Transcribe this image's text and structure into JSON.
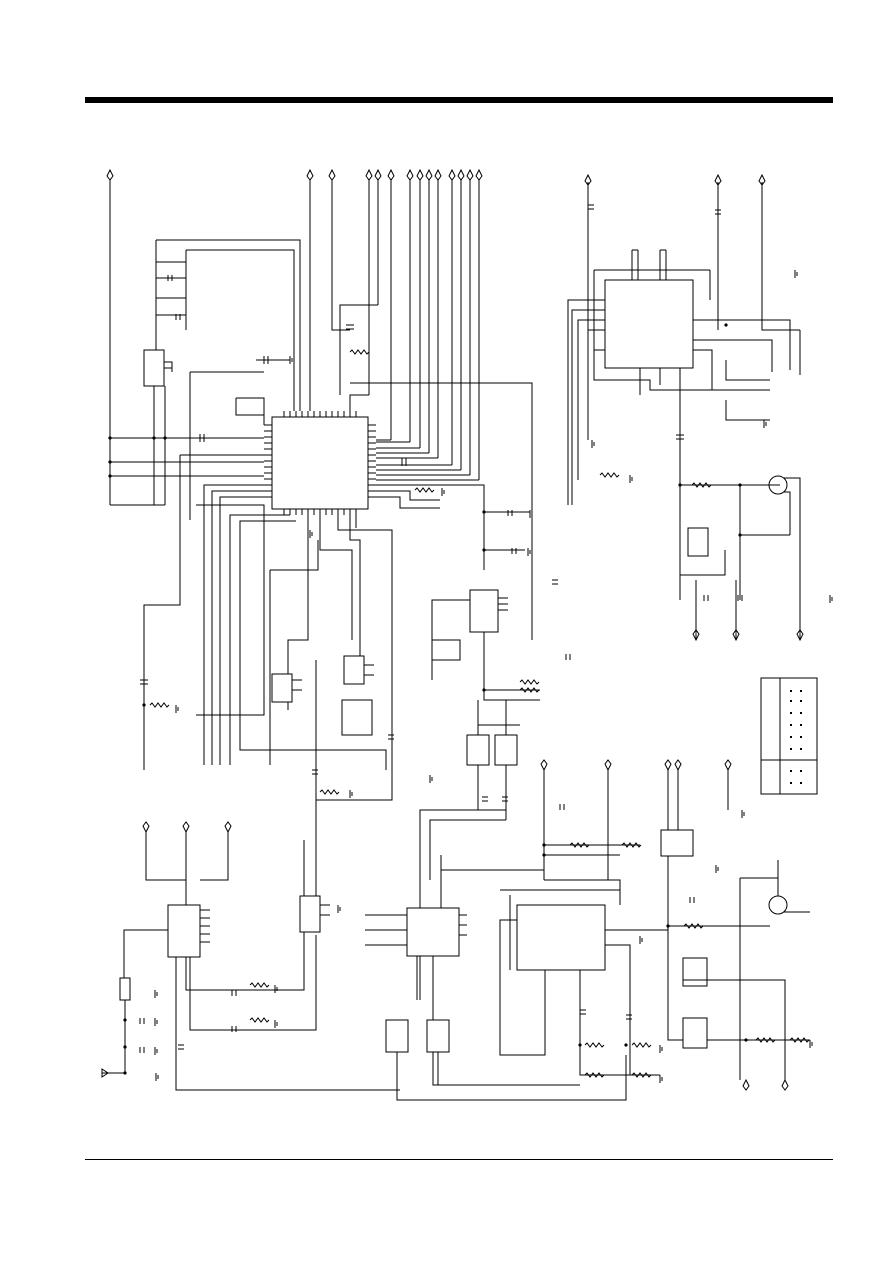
{
  "document": {
    "type": "circuit-schematic-page",
    "has_header_rule": true,
    "has_footer_rule": true
  },
  "components": {
    "ic_blocks": [
      {
        "id": "main-processor"
      },
      {
        "id": "rf-transceiver"
      },
      {
        "id": "regulator-left"
      },
      {
        "id": "vco-block"
      },
      {
        "id": "mixer-left"
      },
      {
        "id": "mixer-mid"
      },
      {
        "id": "filter-a"
      },
      {
        "id": "filter-b"
      },
      {
        "id": "amp-block"
      },
      {
        "id": "if-processor"
      },
      {
        "id": "codec-block"
      },
      {
        "id": "audio-left"
      },
      {
        "id": "driver-a"
      },
      {
        "id": "driver-b"
      },
      {
        "id": "switch-a"
      },
      {
        "id": "switch-b"
      },
      {
        "id": "connector-small"
      },
      {
        "id": "detector-block"
      },
      {
        "id": "osc-block"
      }
    ],
    "transistors": [
      {
        "id": "q-upper"
      },
      {
        "id": "q-lower"
      }
    ],
    "has_pin_table": true
  },
  "colors": {
    "ink": "#000000",
    "paper": "#ffffff"
  }
}
